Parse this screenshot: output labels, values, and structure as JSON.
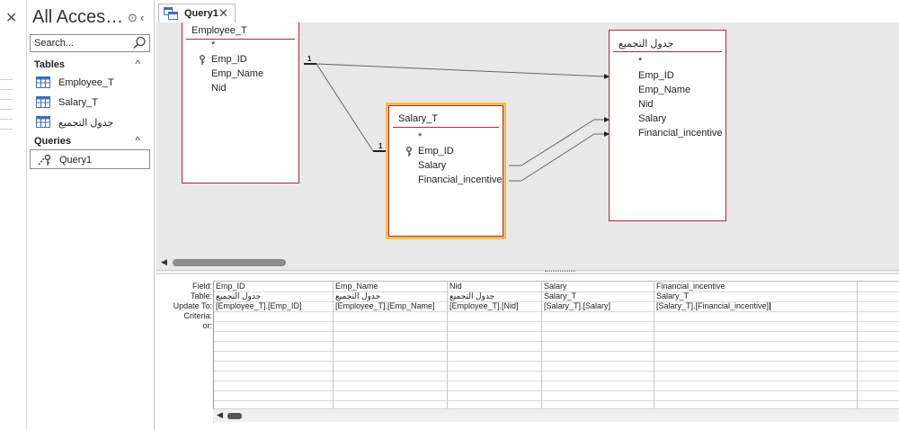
{
  "nav": {
    "title": "All Acces…",
    "search_placeholder": "Search...",
    "groups": [
      {
        "label": "Tables",
        "items": [
          "Employee_T",
          "Salary_T",
          "جدول التجميع"
        ]
      },
      {
        "label": "Queries",
        "items": [
          "Query1"
        ]
      }
    ]
  },
  "tab": {
    "label": "Query1"
  },
  "tables": {
    "employee": {
      "name": "Employee_T",
      "fields": [
        "*",
        "Emp_ID",
        "Emp_Name",
        "Nid"
      ],
      "key_field": "Emp_ID"
    },
    "salary": {
      "name": "Salary_T",
      "fields": [
        "*",
        "Emp_ID",
        "Salary",
        "Financial_incentive"
      ],
      "key_field": "Emp_ID"
    },
    "aggregate": {
      "name": "جدول التجميع",
      "fields": [
        "*",
        "Emp_ID",
        "Emp_Name",
        "Nid",
        "Salary",
        "Financial_incentive"
      ]
    }
  },
  "relationship": {
    "one_label_a": "1",
    "one_label_b": "1"
  },
  "grid": {
    "row_labels": [
      "Field:",
      "Table:",
      "Update To:",
      "Criteria:",
      "or:"
    ],
    "columns": [
      {
        "field": "Emp_ID",
        "table": "جدول التجميع",
        "update_to": "[Employee_T].[Emp_ID]"
      },
      {
        "field": "Emp_Name",
        "table": "جدول التجميع",
        "update_to": "[Employee_T].[Emp_Name]"
      },
      {
        "field": "Nid",
        "table": "جدول التجميع",
        "update_to": "[Employee_T].[Nid]"
      },
      {
        "field": "Salary",
        "table": "Salary_T",
        "update_to": "[Salary_T].[Salary]"
      },
      {
        "field": "Financial_incentive",
        "table": "Salary_T",
        "update_to": "[Salary_T].[Financial_incentive]"
      }
    ]
  },
  "colors": {
    "table_border": "#b0283a",
    "selected_outline": "#f3be4a",
    "canvas_bg": "#e8e8e8"
  }
}
